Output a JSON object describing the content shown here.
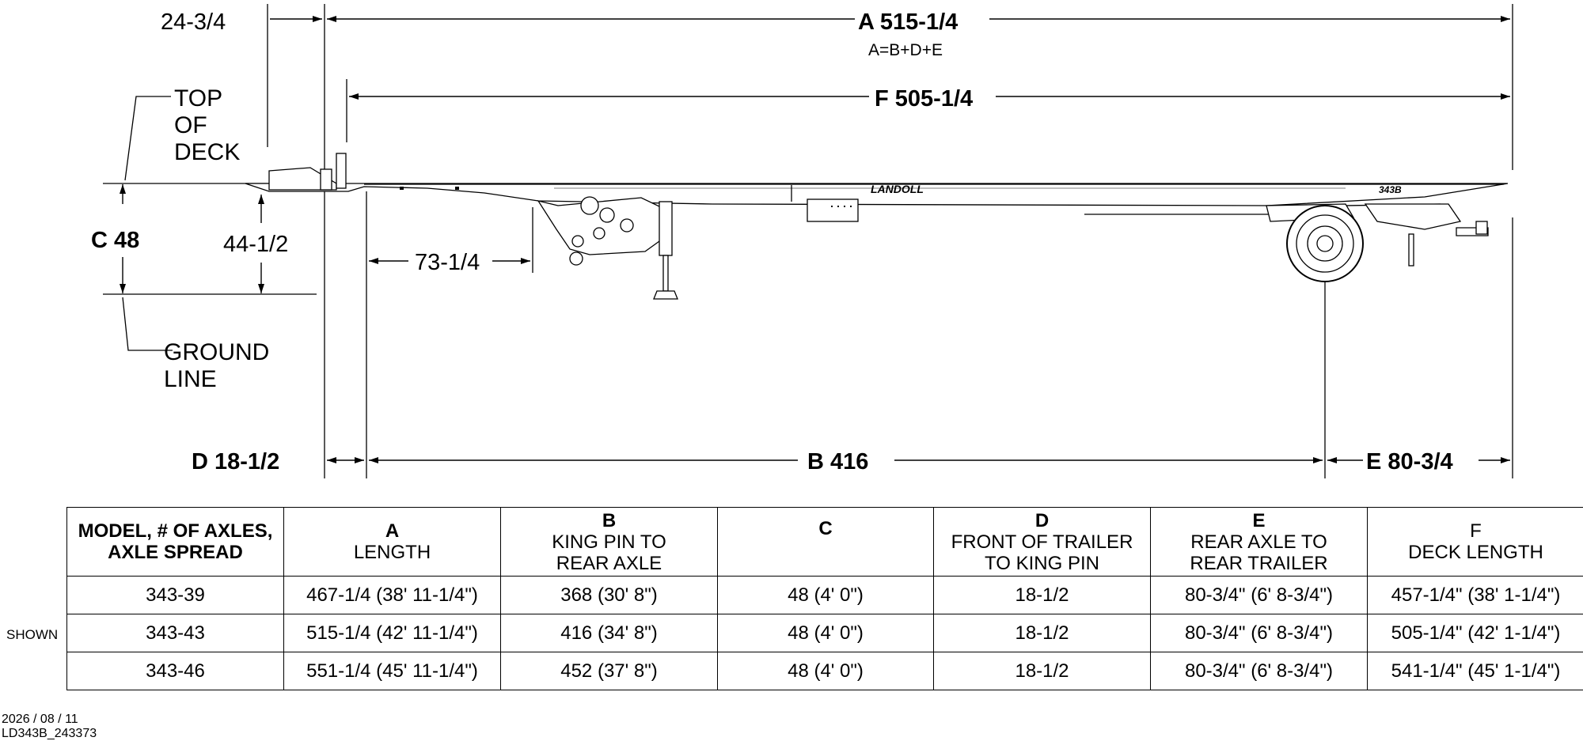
{
  "dimensions": {
    "A": "A  515-1/4",
    "A_formula": "A=B+D+E",
    "F": "F 505-1/4",
    "overhang": "24-3/4",
    "C": "C  48",
    "deck_front_height": "44-1/2",
    "king_pin_to_gooseneck": "73-1/4",
    "D": "D  18-1/2",
    "B": "B  416",
    "E": "E  80-3/4"
  },
  "labels": {
    "top_of_deck": [
      "TOP",
      "OF",
      "DECK"
    ],
    "ground_line": [
      "GROUND",
      "LINE"
    ],
    "brand": "LANDOLL",
    "model_badge": "343B"
  },
  "table": {
    "headers": [
      {
        "letter": "",
        "lines": [
          "MODEL, # OF AXLES,",
          "AXLE SPREAD"
        ]
      },
      {
        "letter": "A",
        "lines": [
          "LENGTH"
        ]
      },
      {
        "letter": "B",
        "lines": [
          "KING PIN TO",
          "REAR AXLE"
        ]
      },
      {
        "letter": "C",
        "lines": []
      },
      {
        "letter": "D",
        "lines": [
          "FRONT OF TRAILER",
          "TO KING PIN"
        ]
      },
      {
        "letter": "E",
        "lines": [
          "REAR AXLE TO",
          "REAR TRAILER"
        ]
      },
      {
        "letter": "",
        "lines": [
          "F",
          "DECK LENGTH"
        ]
      }
    ],
    "rows": [
      [
        "343-39",
        "467-1/4 (38' 11-1/4\")",
        "368  (30' 8\")",
        "48 (4' 0\")",
        "18-1/2",
        "80-3/4\" (6' 8-3/4\")",
        "457-1/4\" (38' 1-1/4\")"
      ],
      [
        "343-43",
        "515-1/4 (42' 11-1/4\")",
        "416  (34' 8\")",
        "48 (4' 0\")",
        "18-1/2",
        "80-3/4\" (6' 8-3/4\")",
        "505-1/4\" (42' 1-1/4\")"
      ],
      [
        "343-46",
        "551-1/4 (45' 11-1/4\")",
        "452  (37' 8\")",
        "48 (4' 0\")",
        "18-1/2",
        "80-3/4\" (6' 8-3/4\")",
        "541-1/4\" (45' 1-1/4\")"
      ]
    ],
    "shown_label": "SHOWN"
  },
  "footer": {
    "date": "2026 / 08 / 11",
    "doc_id": "LD343B_243373"
  }
}
